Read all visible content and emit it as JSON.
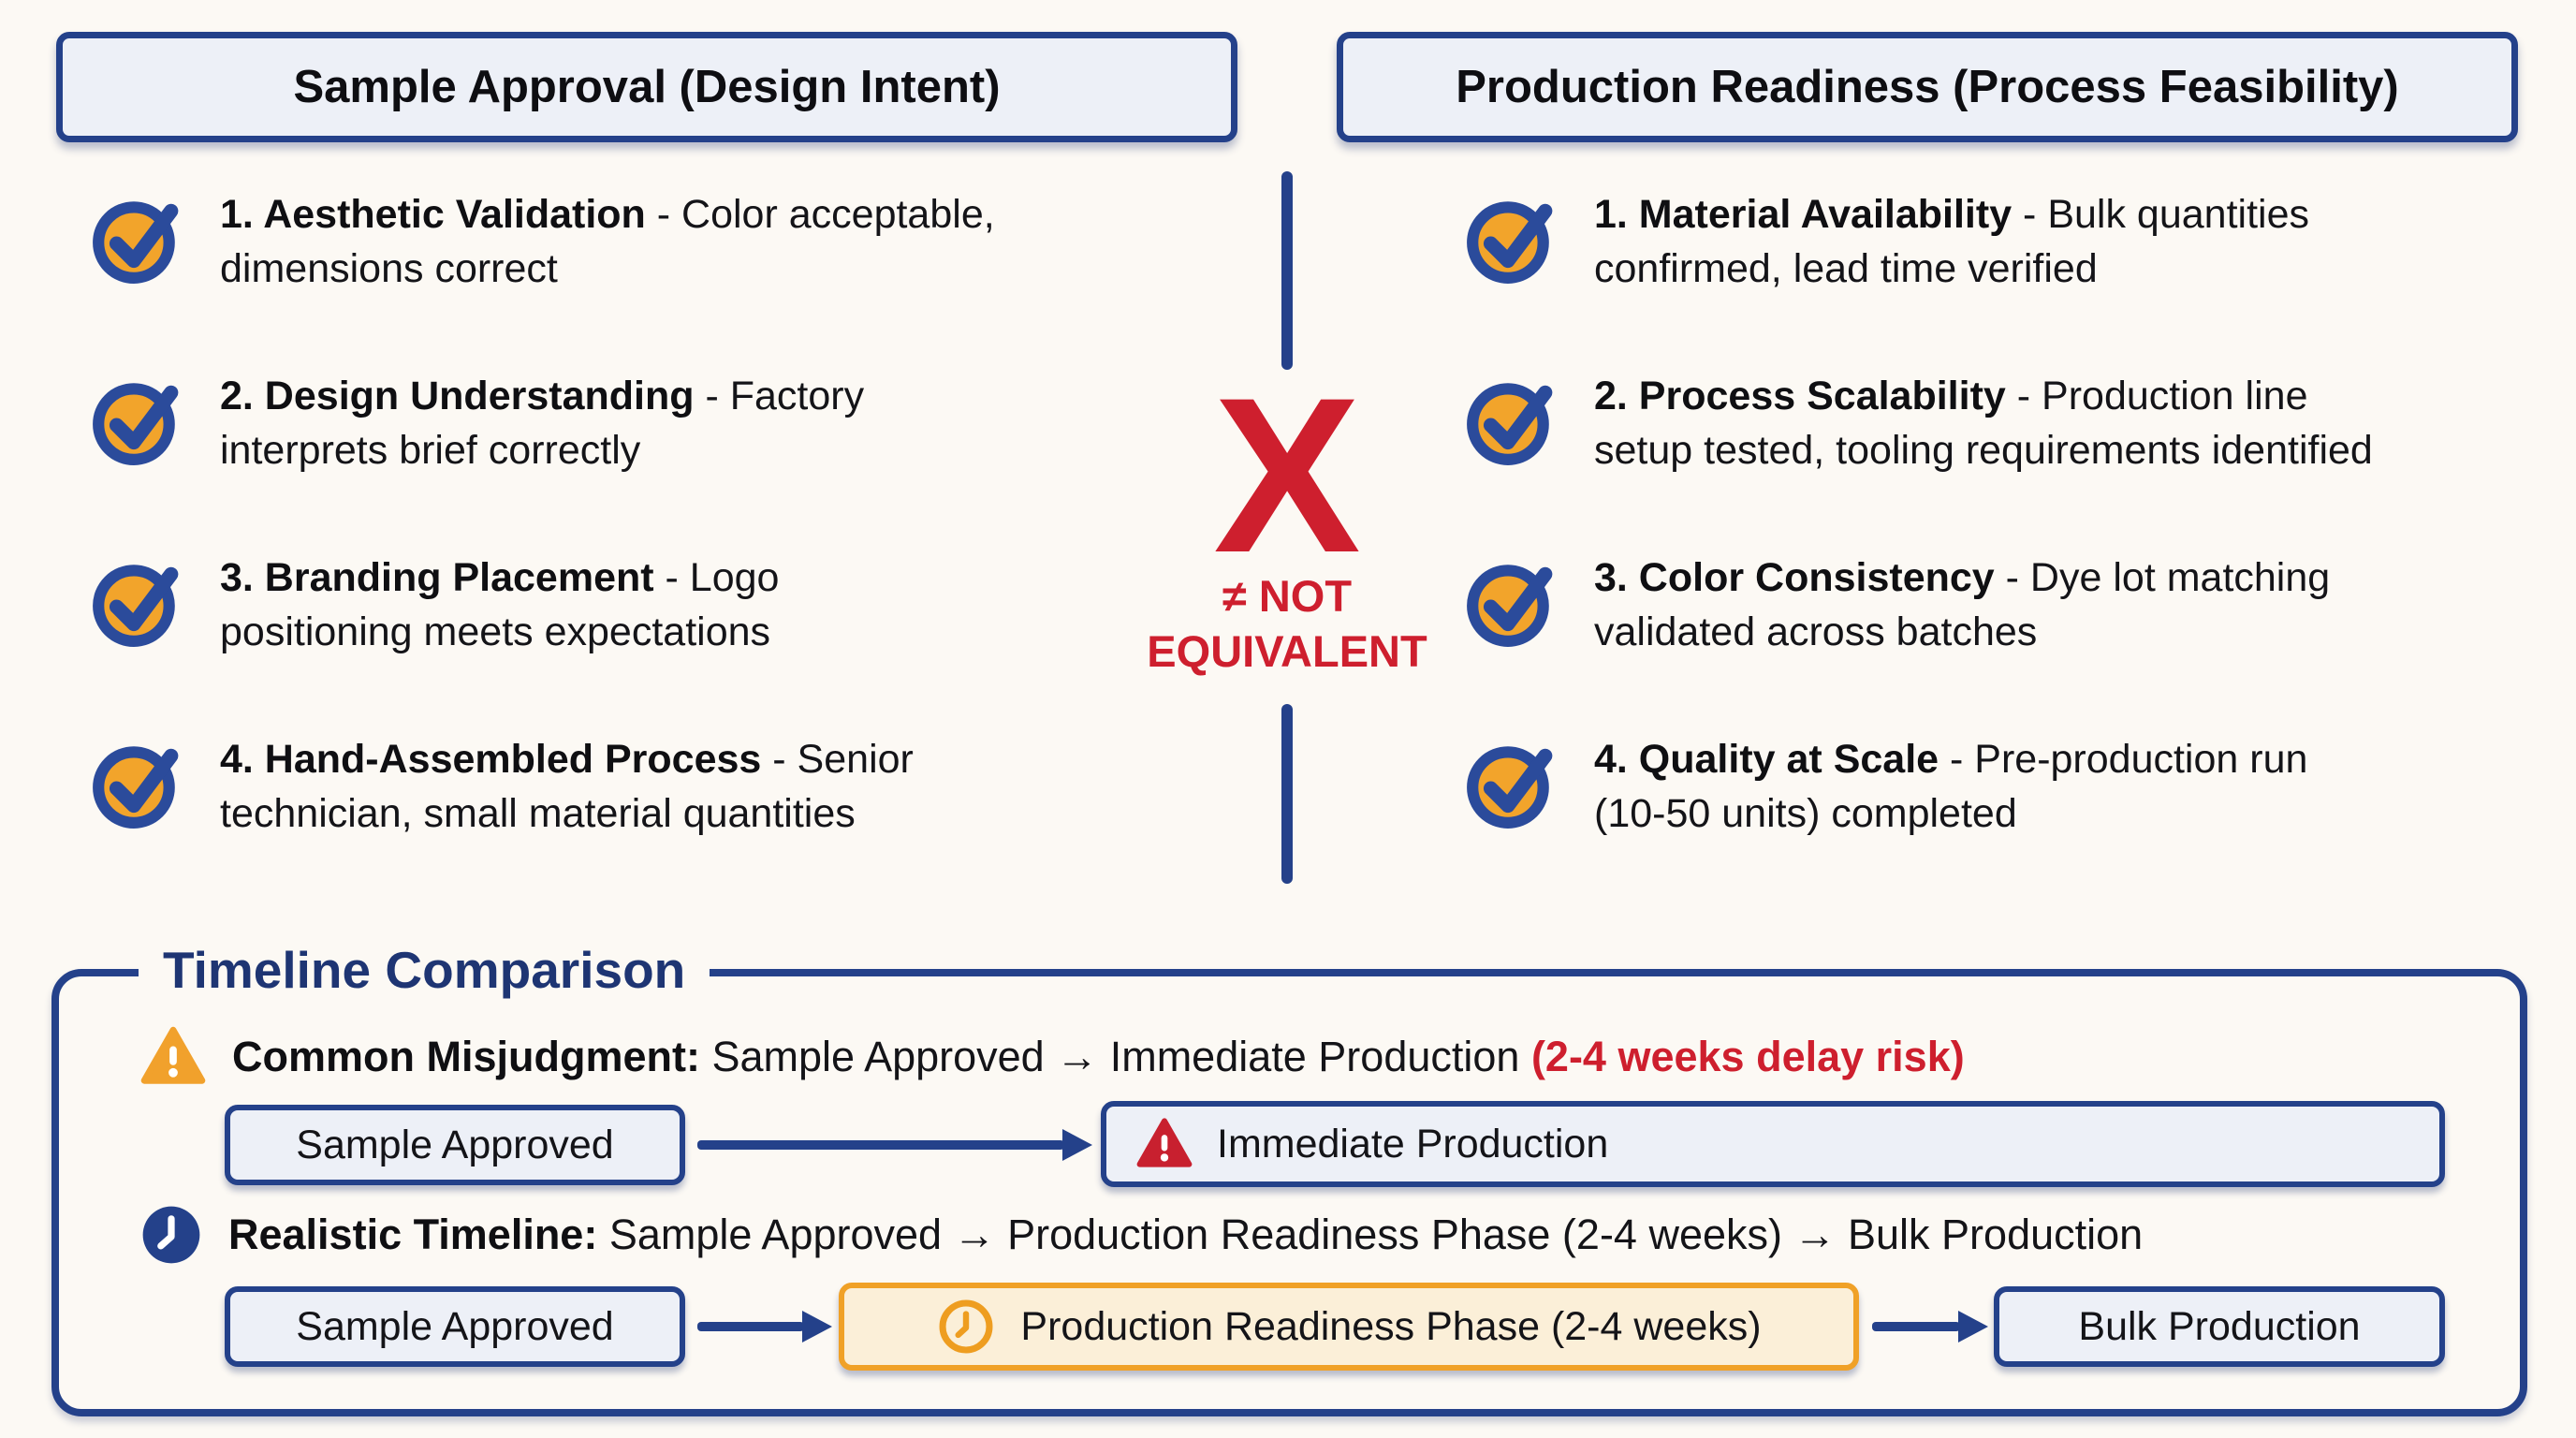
{
  "colors": {
    "bg": "#FCF9F4",
    "navy": "#24418A",
    "navy-deep": "#1E3573",
    "red": "#CE1F2E",
    "red-deep": "#C8202F",
    "orange": "#F0A127",
    "orange-fill": "#FBEFD8",
    "box-fill": "#EDF0F7",
    "text": "#141418"
  },
  "left_panel": {
    "title": "Sample Approval (Design Intent)",
    "items": [
      {
        "name": "1. Aesthetic Validation",
        "desc1": " - Color acceptable,",
        "desc2": "dimensions correct"
      },
      {
        "name": "2. Design Understanding",
        "desc1": " - Factory",
        "desc2": "interprets brief correctly"
      },
      {
        "name": "3. Branding Placement",
        "desc1": " - Logo",
        "desc2": "positioning meets expectations"
      },
      {
        "name": "4. Hand-Assembled Process",
        "desc1": " - Senior",
        "desc2": "technician, small material quantities"
      }
    ]
  },
  "right_panel": {
    "title": "Production Readiness (Process Feasibility)",
    "items": [
      {
        "name": "1. Material Availability",
        "desc1": " - Bulk quantities",
        "desc2": "confirmed, lead time verified"
      },
      {
        "name": "2. Process Scalability",
        "desc1": " - Production line",
        "desc2": "setup tested, tooling requirements identified"
      },
      {
        "name": "3. Color Consistency",
        "desc1": " - Dye lot matching",
        "desc2": "validated across batches"
      },
      {
        "name": "4. Quality at Scale",
        "desc1": " - Pre-production run",
        "desc2": "(10-50 units) completed"
      }
    ]
  },
  "center": {
    "x_mark": "X",
    "neq_line1": "≠ NOT",
    "neq_line2": "EQUIVALENT"
  },
  "timeline": {
    "title": "Timeline Comparison",
    "row1": {
      "label_bold": "Common Misjudgment:",
      "label_mid": " Sample Approved → Immediate Production ",
      "label_red": "(2-4 weeks delay risk)",
      "box_sample": "Sample Approved",
      "box_immediate": "Immediate Production"
    },
    "row2": {
      "label_bold": "Realistic Timeline:",
      "label_mid": " Sample Approved → Production Readiness Phase (2-4 weeks) → Bulk Production",
      "box_sample": "Sample Approved",
      "box_readiness": "Production Readiness Phase (2-4 weeks)",
      "box_bulk": "Bulk Production"
    }
  }
}
